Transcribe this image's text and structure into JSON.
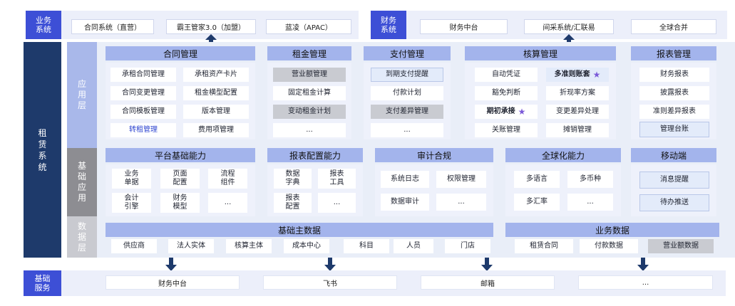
{
  "top": {
    "biz_label": "业务\n系统",
    "biz_systems": [
      "合同系统（直营）",
      "霸王管家3.0（加盟）",
      "蓝凌（APAC）"
    ],
    "fin_label": "财务\n系统",
    "fin_systems": [
      "财务中台",
      "间采系统/汇联易",
      "全球合并"
    ]
  },
  "left_label": "租\n赁\n系\n统",
  "layers": {
    "app": "应\n用\n层",
    "base_app": "基\n础\n应\n用",
    "data": "数\n据\n层"
  },
  "app_layer": {
    "contract": {
      "title": "合同管理",
      "items": [
        "承租合同管理",
        "承租资产卡片",
        "合同变更管理",
        "租金横型配置",
        "合同模板管理",
        "版本管理",
        "转租管理",
        "费用项管理"
      ]
    },
    "rent": {
      "title": "租金管理",
      "items": [
        "营业额管理",
        "固定租金计算",
        "变动租金计划",
        "..."
      ]
    },
    "payment": {
      "title": "支付管理",
      "items": [
        "到期支付提醒",
        "付款计划",
        "支付差异管理",
        "..."
      ]
    },
    "accounting": {
      "title": "核算管理",
      "items": [
        "自动凭证",
        "多准则账套",
        "豁免判断",
        "折现率方案",
        "期初承接",
        "变更差异处理",
        "关账管理",
        "摊销管理"
      ]
    },
    "report": {
      "title": "报表管理",
      "items": [
        "财务报表",
        "披露报表",
        "准则差异报表",
        "管理台账"
      ]
    }
  },
  "base_layer": {
    "platform": {
      "title": "平台基础能力",
      "items": [
        "业务\n单据",
        "页面\n配置",
        "流程\n组件",
        "会计\n引擎",
        "财务\n模型",
        "..."
      ]
    },
    "report_config": {
      "title": "报表配置能力",
      "items": [
        "数据\n字典",
        "报表\n工具",
        "报表\n配置",
        "..."
      ]
    },
    "audit": {
      "title": "审计合规",
      "items": [
        "系统日志",
        "权限管理",
        "数据审计",
        "..."
      ]
    },
    "global": {
      "title": "全球化能力",
      "items": [
        "多语言",
        "多币种",
        "多汇率",
        "..."
      ]
    },
    "mobile": {
      "title": "移动端",
      "items": [
        "消息提醒",
        "待办推送"
      ]
    }
  },
  "data_layer": {
    "master": {
      "title": "基础主数据",
      "items": [
        "供应商",
        "法人实体",
        "核算主体",
        "成本中心",
        "科目",
        "人员",
        "门店"
      ]
    },
    "business": {
      "title": "业务数据",
      "items": [
        "租赁合同",
        "付款数据",
        "营业额数据"
      ]
    }
  },
  "bottom": {
    "label": "基础\n服务",
    "items": [
      "财务中台",
      "飞书",
      "邮箱",
      "..."
    ]
  }
}
